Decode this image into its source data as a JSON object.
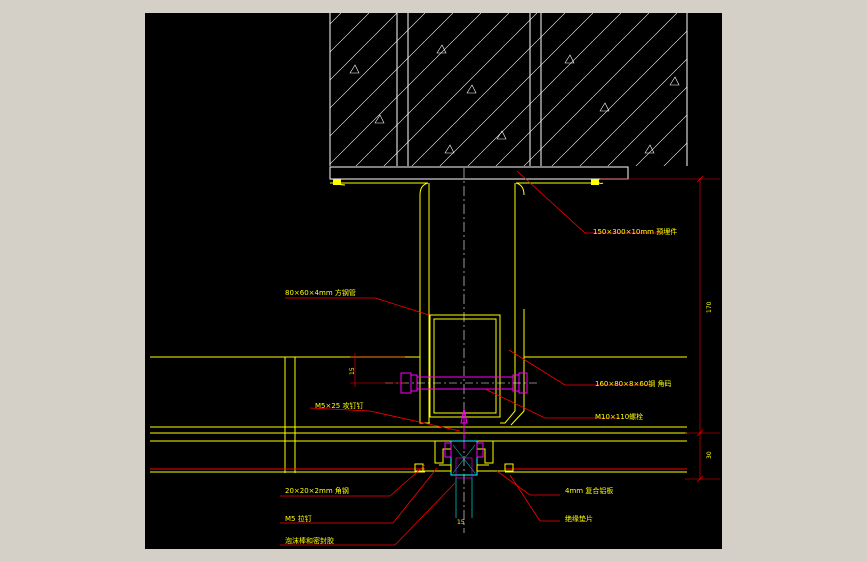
{
  "drawing": {
    "background": "#000000",
    "frame_color": "#d4d0c8",
    "labels": {
      "embedded_plate": "150×300×10mm 预埋件",
      "square_tube": "80×60×4mm 方钢管",
      "angle_steel": "160×80×8×60钢 角码",
      "bolt_m10": "M10×110螺栓",
      "tapping_screw": "M5×25 攻钉钉",
      "angle_small": "20×20×2mm 角钢",
      "screw_m5": "M5 拉钉",
      "foam_sealant": "泡沫棒和密封胶",
      "composite_panel": "4mm 复合铝板",
      "insulation_pad": "绝缘垫片"
    },
    "dimensions": {
      "height_main": "170",
      "height_small": "30",
      "offset_left": "15",
      "bottom_width": "15"
    },
    "colors": {
      "concrete": "#ffffff",
      "steel": "#ffff00",
      "leader": "#ff0000",
      "bolt": "#ff00ff",
      "panel": "#ff0000",
      "dim": "#ff0000",
      "center": "#ffffff",
      "sealant": "#00ffff"
    }
  }
}
